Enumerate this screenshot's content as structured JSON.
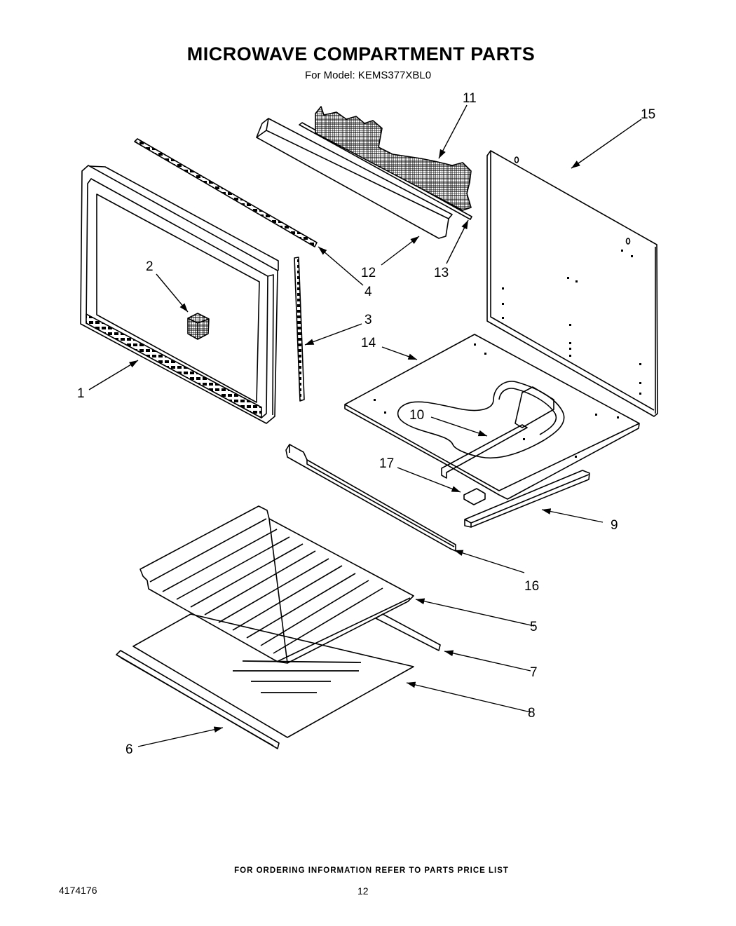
{
  "header": {
    "title": "MICROWAVE COMPARTMENT PARTS",
    "subtitle": "For Model: KEMS377XBL0"
  },
  "callouts": [
    "1",
    "2",
    "3",
    "4",
    "5",
    "6",
    "7",
    "8",
    "9",
    "10",
    "11",
    "12",
    "13",
    "14",
    "15",
    "16",
    "17"
  ],
  "footer": {
    "ordering_note": "FOR ORDERING INFORMATION REFER TO PARTS PRICE LIST",
    "document_number": "4174176",
    "page_number": "12"
  }
}
